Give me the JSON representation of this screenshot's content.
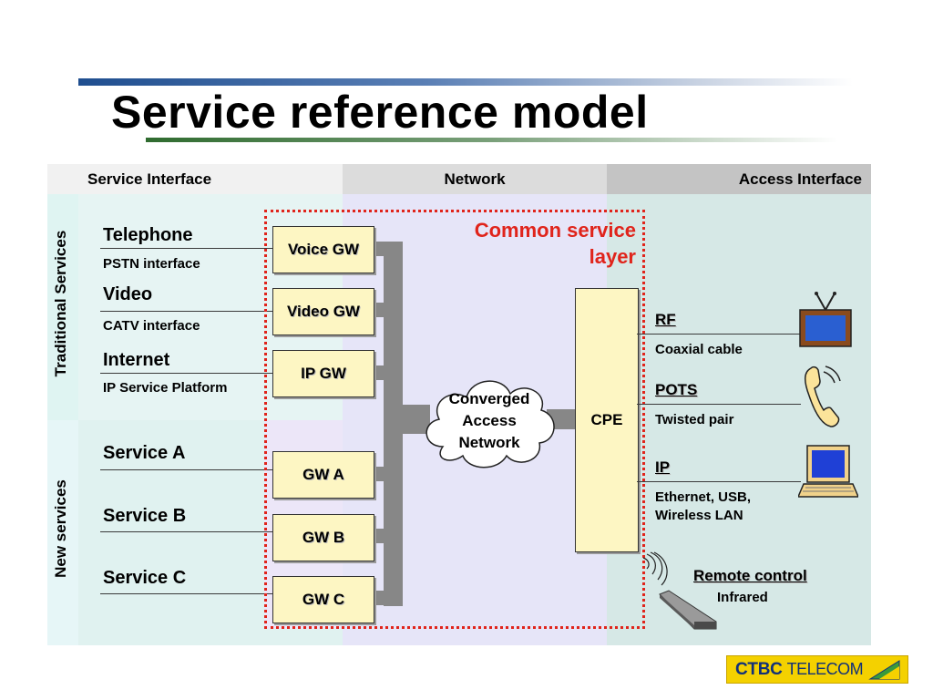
{
  "slide": {
    "title": "Service reference model"
  },
  "columns": {
    "service_interface": "Service Interface",
    "network": "Network",
    "access_interface": "Access Interface"
  },
  "groups": {
    "traditional": "Traditional Services",
    "new": "New services"
  },
  "services": [
    {
      "name": "Telephone",
      "interface": "PSTN interface",
      "gateway": "Voice GW"
    },
    {
      "name": "Video",
      "interface": "CATV interface",
      "gateway": "Video GW"
    },
    {
      "name": "Internet",
      "interface": "IP Service Platform",
      "gateway": "IP GW"
    },
    {
      "name": "Service A",
      "gateway": "GW A"
    },
    {
      "name": "Service B",
      "gateway": "GW B"
    },
    {
      "name": "Service C",
      "gateway": "GW C"
    }
  ],
  "network": {
    "common_layer": "Common service layer",
    "cloud_label": "Converged Access Network",
    "cpe_label": "CPE"
  },
  "access": [
    {
      "name": "RF",
      "medium": "Coaxial cable",
      "icon": "tv-icon"
    },
    {
      "name": "POTS",
      "medium": "Twisted pair",
      "icon": "telephone-icon"
    },
    {
      "name": "IP",
      "medium": "Ethernet, USB, Wireless LAN",
      "icon": "laptop-icon"
    }
  ],
  "remote": {
    "name": "Remote control",
    "medium": "Infrared",
    "icon": "remote-control-icon"
  },
  "logo": {
    "brand": "CTBC",
    "suffix": "TELECOM"
  },
  "colors": {
    "accent_red": "#e0241b",
    "gateway_fill": "#fdf6c3",
    "bus_gray": "#878787",
    "logo_yellow": "#f4d100",
    "logo_blue": "#10307a"
  }
}
